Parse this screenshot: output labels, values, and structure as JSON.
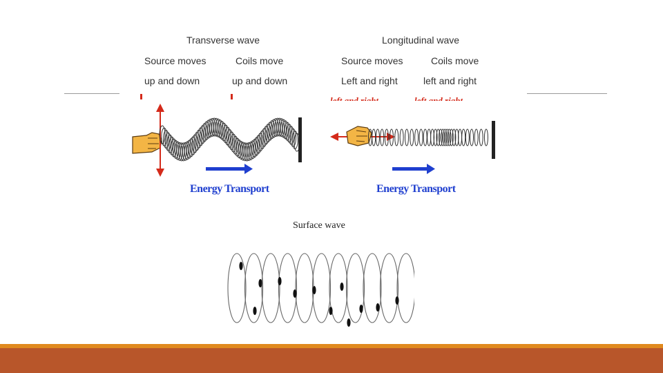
{
  "transverse": {
    "title": "Transverse wave",
    "source_label": "Source moves",
    "source_motion": "up and down",
    "coils_label": "Coils move",
    "coils_motion": "up and down",
    "energy_label": "Energy Transport"
  },
  "longitudinal": {
    "title": "Longitudinal wave",
    "source_label": "Source moves",
    "source_motion": "Left and right",
    "coils_label": "Coils move",
    "coils_motion": "left and right",
    "energy_label": "Energy Transport",
    "hidden_caption_1": "left and right",
    "hidden_caption_2": "left and right"
  },
  "surface": {
    "title": "Surface wave"
  },
  "colors": {
    "accent_thin": "#e08a1e",
    "accent_bar": "#b8562a",
    "arrow_red": "#d42a1a",
    "arrow_blue": "#1f3fcf",
    "hand": "#f3b545",
    "spring": "#333333",
    "rule": "#9a9a9a"
  }
}
